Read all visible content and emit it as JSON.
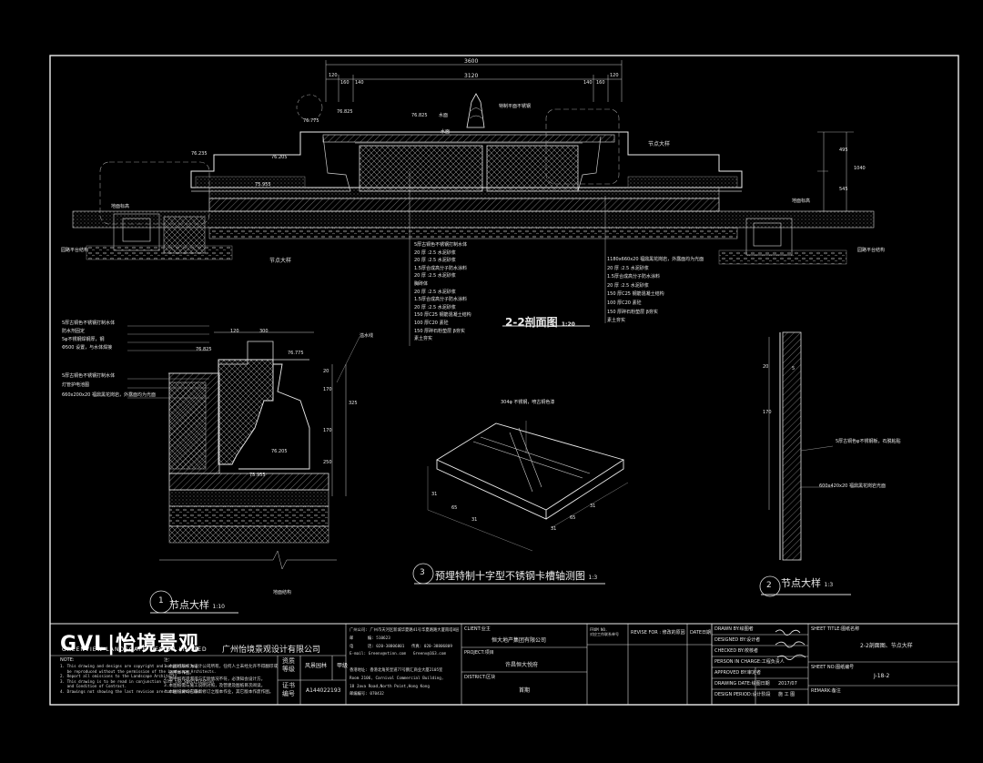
{
  "section": {
    "title": "2-2剖面图",
    "scale": "1:20",
    "dims_top": {
      "total": "3600",
      "inner": "3120",
      "d120_l": "120",
      "d160": "160",
      "d140": "140",
      "d120_r": "120",
      "d140_r": "140",
      "d160_r": "160"
    },
    "elevations": [
      "76.775",
      "76.825",
      "76.825",
      "76.235",
      "76.205",
      "75.955",
      "水面",
      "水面"
    ],
    "labels": {
      "fountain": "特制平面不锈钢",
      "node": "节点大样",
      "drain_left": "地面标高",
      "drain_right": "地面标高",
      "rainwater": "园路平台结构",
      "rainwater_r": "园路平台结构",
      "node_left": "节点大样"
    },
    "right_dims": [
      "495",
      "1040",
      "545"
    ],
    "layers_left": [
      "5厚古铜色不锈钢打制水体",
      "20 厚 :2.5 水泥砂浆",
      "20 厚 :2.5 水泥砂浆",
      "1.5厚合成高分子防水涂料",
      "20 厚 :2.5 水泥砂浆",
      "胸砖体",
      "20 厚 :2.5 水泥砂浆",
      "1.5厚合成高分子防水涂料",
      "20 厚 :2.5 水泥砂浆",
      "150 厚C25 钢筋混凝土结构",
      "100 厚C20 素砼",
      "150 厚碎石粉垫层 β夯实",
      "素土夯实"
    ],
    "layers_right": [
      "1180x660x20 福鼎黑花岗岩，外露面均为光面",
      "20 厚 :2.5 水泥砂浆",
      "1.5厚合成高分子防水涂料",
      "20 厚 :2.5 水泥砂浆",
      "150 厚C25 钢筋混凝土结构",
      "100 厚C20 素砼",
      "150 厚碎石粉垫层 β夯实",
      "素土夯实"
    ]
  },
  "detail1": {
    "number": "1",
    "title": "节点大样",
    "scale": "1:10",
    "notes": [
      "5厚古铜色不锈钢打制水体",
      "防水剂固定",
      "5φ不锈钢焊钢厚，钢",
      "Φ500 设置，与水体焊接",
      "5厚古铜色不锈钢打制水体",
      "灯管护电池图",
      "660x200x20 福鼎黑花岗岩，外露面均为光面"
    ],
    "top_dims": [
      "120",
      "300"
    ],
    "elevations": [
      "76.825",
      "76.775",
      "76.205",
      "75.955"
    ],
    "side_dims": [
      "20",
      "170",
      "325",
      "250",
      "170"
    ],
    "bottom": "地面结构",
    "right_label": "溢水线"
  },
  "detail3": {
    "number": "3",
    "title": "预埋特制十字型不锈钢卡槽轴测图",
    "scale": "1:3",
    "note": "304φ 不锈钢，喷古铜色漆",
    "dims": [
      "31",
      "65",
      "31",
      "31",
      "65",
      "31"
    ]
  },
  "detail2": {
    "number": "2",
    "title": "节点大样",
    "scale": "1:3",
    "notes": [
      "5厚古铜色φ不锈钢板，石脱粘贴",
      "600x420x20 福鼎黑花岗岩光面"
    ],
    "dims": [
      "20",
      "170",
      "5"
    ]
  },
  "titleblock": {
    "logo": "GVL|怡境景观",
    "logo_en": "GREENVIEW LANDSCAPE DESIGN LIMITED",
    "company": "广州怡境景观设计有限公司",
    "note_label": "NOTE:",
    "notes_en": "1. This drawing and designs are copyright and no portion may\n   be reproduced without the permission of the Landscape Architects.\n2. Report all omissions to the Landscape Architects.\n3. This drawing is to be read in conjunction with the Specification\n   and Condition of Contract.\n4. Drawings not showing the last revision are to be cancelled.",
    "notes_cn": "注：\n1.本图纸版权为设计公司所有，任何人士未经允许不得翻印或\n  盗用本作图。\n2.图中如有遗漏或与实际情况不符，必须知会设计方。\n3.本图纸需与施工说明对照，及营建及图纸目次阅读。\n4.本图纸要均已最新修订之版本作业，其它版本作废作图。",
    "qual_label": "资质\n等级",
    "qual_value": "风景园林",
    "grade": "甲级",
    "cert_label": "证书\n编号",
    "cert_value": "A144022193",
    "address": "广州公司: 广州市天河区新城华夏路41号华夏路路大厦南塔8层\n邮      编: 510623\n电      话: 020-38806801   传真: 020-38806809\nE-mail: Greenv@vtinn.com   Greenv@163.com\n\n香港地址: 香港北角英皇道77号鹏汇商业大厦2105室\nRoom 2106, Carnival Commercial Building,\n18 Java Road,North Point,Hong Kong\n邮编编号: 070432",
    "client_label": "CLIENT:业主",
    "client": "恒大地产集团有限公司",
    "project_label": "PROJECT:项目",
    "project": "许昌恒大悦府",
    "district_label": "DISTRICT:区块",
    "district": "首期",
    "from_no": "FROM NO.\n对应工作联系单号",
    "revise_for": "REVISE FOR : 修改的原因",
    "date": "DATE日期",
    "drawn_by": "DRAWN BY:绘图者",
    "designed_by": "DESIGNED BY:设计者",
    "checked_by": "CHECKED BY:校核者",
    "in_charge": "PERSON IN CHARGE:工程负责人",
    "approved_by": "APPROVED BY:审定者",
    "drawing_date_label": "DRAWING DATE:绘图日期",
    "drawing_date": "2017/07",
    "design_period_label": "DESIGN PERIOD:设计阶段",
    "design_period": "施 工 图",
    "sheet_title_label": "SHEET TITLE:图纸名称",
    "sheet_title": "2-2剖面图、节点大样",
    "sheet_no_label": "SHEET NO:图纸编号",
    "sheet_no": "J-18-2",
    "remark": "REMARK:备注"
  }
}
